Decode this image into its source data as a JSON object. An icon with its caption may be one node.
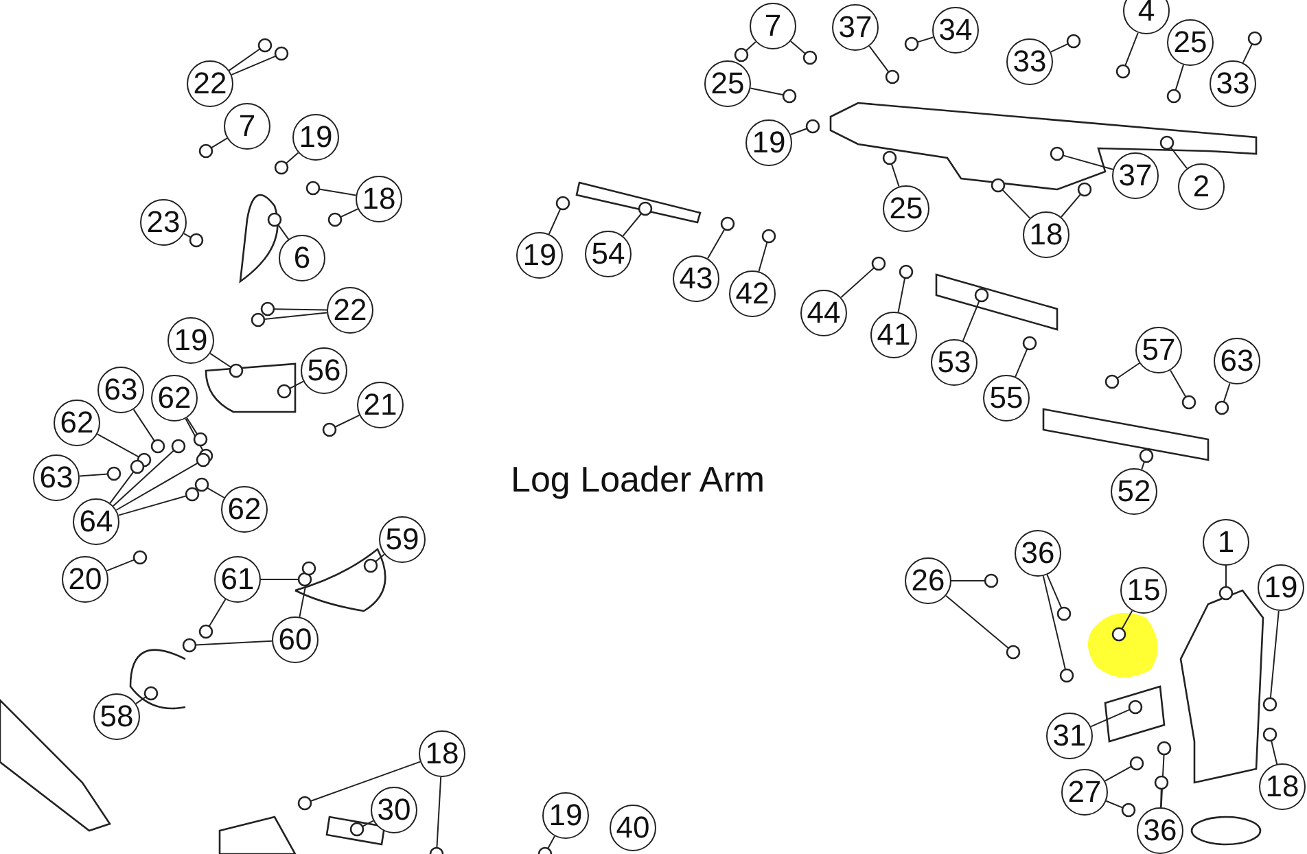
{
  "diagram": {
    "title": "Log Loader Arm",
    "nodes": [
      {
        "text": [
          "22"
        ]
      },
      {
        "text": [
          "7"
        ]
      },
      {
        "text": [
          "19"
        ]
      },
      {
        "text": [
          "18"
        ]
      },
      {
        "text": [
          "23"
        ]
      },
      {
        "text": [
          "6"
        ]
      },
      {
        "text": [
          "22"
        ]
      },
      {
        "text": [
          "19"
        ]
      },
      {
        "text": [
          "56"
        ]
      },
      {
        "text": [
          "21"
        ]
      },
      {
        "text": [
          "63"
        ]
      },
      {
        "text": [
          "62"
        ]
      },
      {
        "text": [
          "62"
        ]
      },
      {
        "text": [
          "63"
        ]
      },
      {
        "text": [
          "64"
        ]
      },
      {
        "text": [
          "62"
        ]
      },
      {
        "text": [
          "20"
        ]
      },
      {
        "text": [
          "59"
        ]
      },
      {
        "text": [
          "61"
        ]
      },
      {
        "text": [
          "60"
        ]
      },
      {
        "text": [
          "58"
        ]
      },
      {
        "text": [
          "18"
        ]
      },
      {
        "text": [
          "30"
        ]
      },
      {
        "text": [
          "19"
        ]
      },
      {
        "text": [
          "40"
        ]
      },
      {
        "text": [
          "7"
        ]
      },
      {
        "text": [
          "37"
        ]
      },
      {
        "text": [
          "34"
        ]
      },
      {
        "text": [
          "25"
        ]
      },
      {
        "text": [
          "19"
        ]
      },
      {
        "text": [
          "54"
        ]
      },
      {
        "text": [
          "19"
        ]
      },
      {
        "text": [
          "43"
        ]
      },
      {
        "text": [
          "42"
        ]
      },
      {
        "text": [
          "25"
        ]
      },
      {
        "text": [
          "37"
        ]
      },
      {
        "text": [
          "18"
        ]
      },
      {
        "text": [
          "33"
        ]
      },
      {
        "text": [
          "4"
        ]
      },
      {
        "text": [
          "25"
        ]
      },
      {
        "text": [
          "33"
        ]
      },
      {
        "text": [
          "2"
        ]
      },
      {
        "text": [
          "44"
        ]
      },
      {
        "text": [
          "41"
        ]
      },
      {
        "text": [
          "53"
        ]
      },
      {
        "text": [
          "55"
        ]
      },
      {
        "text": [
          "57"
        ]
      },
      {
        "text": [
          "63"
        ]
      },
      {
        "text": [
          "52"
        ]
      },
      {
        "text": [
          "26"
        ]
      },
      {
        "text": [
          "36"
        ]
      },
      {
        "text": [
          "15"
        ]
      },
      {
        "text": [
          "1"
        ]
      },
      {
        "text": [
          "19"
        ]
      },
      {
        "text": [
          "31"
        ]
      },
      {
        "text": [
          "27"
        ]
      },
      {
        "text": [
          "18"
        ]
      },
      {
        "text": [
          "36"
        ]
      },
      {
        "text": [],
        "shape": "circle"
      },
      {
        "text": [],
        "shape": "circle"
      },
      {
        "text": [],
        "shape": "circle"
      },
      {
        "text": [],
        "shape": "circle"
      },
      {
        "text": [],
        "shape": "circle"
      },
      {
        "text": [],
        "shape": "circle"
      },
      {
        "text": [],
        "shape": "circle"
      },
      {
        "text": [],
        "shape": "circle"
      },
      {
        "text": [],
        "shape": "circle"
      },
      {
        "text": [],
        "shape": "circle"
      },
      {
        "text": [],
        "shape": "circle"
      },
      {
        "text": [],
        "shape": "circle"
      },
      {
        "text": [],
        "shape": "circle"
      },
      {
        "text": [],
        "shape": "circle"
      },
      {
        "text": [],
        "shape": "circle"
      },
      {
        "text": [],
        "shape": "circle"
      },
      {
        "text": [],
        "shape": "circle"
      },
      {
        "text": [],
        "shape": "circle"
      },
      {
        "text": [],
        "shape": "circle"
      },
      {
        "text": [],
        "shape": "circle"
      },
      {
        "text": [],
        "shape": "circle"
      },
      {
        "text": [],
        "shape": "circle"
      },
      {
        "text": [],
        "shape": "circle"
      },
      {
        "text": [],
        "shape": "circle"
      },
      {
        "text": [],
        "shape": "circle"
      },
      {
        "text": [],
        "shape": "circle"
      },
      {
        "text": [],
        "shape": "circle"
      },
      {
        "text": [],
        "shape": "circle"
      },
      {
        "text": [],
        "shape": "circle"
      },
      {
        "text": [],
        "shape": "circle"
      },
      {
        "text": [],
        "shape": "circle"
      },
      {
        "text": [],
        "shape": "circle"
      },
      {
        "text": [],
        "shape": "circle"
      },
      {
        "text": [],
        "shape": "circle"
      },
      {
        "text": [],
        "shape": "circle"
      },
      {
        "text": [],
        "shape": "circle"
      },
      {
        "text": [],
        "shape": "circle"
      },
      {
        "text": [],
        "shape": "circle"
      },
      {
        "text": [],
        "shape": "circle"
      },
      {
        "text": [],
        "shape": "circle"
      },
      {
        "text": [],
        "shape": "circle"
      },
      {
        "text": [],
        "shape": "circle"
      },
      {
        "text": [],
        "shape": "circle"
      },
      {
        "text": [],
        "shape": "circle"
      },
      {
        "text": [],
        "shape": "circle"
      },
      {
        "text": [],
        "shape": "circle"
      },
      {
        "text": [],
        "shape": "circle"
      },
      {
        "text": [],
        "shape": "circle"
      },
      {
        "text": [],
        "shape": "circle"
      },
      {
        "text": [],
        "shape": "circle"
      },
      {
        "text": [],
        "shape": "circle"
      },
      {
        "text": [],
        "shape": "circle"
      },
      {
        "text": [],
        "shape": "circle"
      },
      {
        "text": [],
        "shape": "circle"
      },
      {
        "text": [],
        "shape": "circle"
      },
      {
        "text": [],
        "shape": "circle"
      },
      {
        "text": [],
        "shape": "circle"
      },
      {
        "text": [],
        "shape": "circle"
      },
      {
        "text": [],
        "shape": "circle"
      },
      {
        "text": [],
        "shape": "circle"
      },
      {
        "text": [],
        "shape": "circle"
      },
      {
        "text": [],
        "shape": "circle"
      },
      {
        "text": [],
        "shape": "circle"
      },
      {
        "text": [],
        "shape": "circle"
      },
      {
        "text": [],
        "shape": "circle"
      },
      {
        "text": [],
        "shape": "circle"
      },
      {
        "text": [],
        "shape": "circle"
      },
      {
        "text": [],
        "shape": "circle"
      },
      {
        "text": [],
        "shape": "circle"
      },
      {
        "text": [],
        "shape": "circle"
      },
      {
        "text": [],
        "shape": "circle"
      },
      {
        "text": [],
        "shape": "circle"
      },
      {
        "text": [],
        "shape": "circle"
      },
      {
        "text": [],
        "shape": "circle"
      }
    ],
    "edges": [
      {
        "from": 0,
        "to": 58,
        "arrow": "none"
      },
      {
        "from": 0,
        "to": 59,
        "arrow": "none"
      },
      {
        "from": 1,
        "to": 60,
        "arrow": "none"
      },
      {
        "from": 2,
        "to": 61,
        "arrow": "none"
      },
      {
        "from": 3,
        "to": 62,
        "arrow": "none"
      },
      {
        "from": 3,
        "to": 63,
        "arrow": "none"
      },
      {
        "from": 4,
        "to": 64,
        "arrow": "none"
      },
      {
        "from": 5,
        "to": 65,
        "arrow": "none"
      },
      {
        "from": 6,
        "to": 66,
        "arrow": "none"
      },
      {
        "from": 6,
        "to": 67,
        "arrow": "none"
      },
      {
        "from": 7,
        "to": 68,
        "arrow": "none"
      },
      {
        "from": 8,
        "to": 69,
        "arrow": "none"
      },
      {
        "from": 9,
        "to": 70,
        "arrow": "none"
      },
      {
        "from": 10,
        "to": 71,
        "arrow": "none"
      },
      {
        "from": 11,
        "to": 72,
        "arrow": "none"
      },
      {
        "from": 11,
        "to": 73,
        "arrow": "none"
      },
      {
        "from": 12,
        "to": 74,
        "arrow": "none"
      },
      {
        "from": 13,
        "to": 75,
        "arrow": "none"
      },
      {
        "from": 14,
        "to": 76,
        "arrow": "none"
      },
      {
        "from": 14,
        "to": 77,
        "arrow": "none"
      },
      {
        "from": 14,
        "to": 78,
        "arrow": "none"
      },
      {
        "from": 14,
        "to": 79,
        "arrow": "none"
      },
      {
        "from": 15,
        "to": 80,
        "arrow": "none"
      },
      {
        "from": 16,
        "to": 81,
        "arrow": "none"
      },
      {
        "from": 17,
        "to": 82,
        "arrow": "none"
      },
      {
        "from": 18,
        "to": 83,
        "arrow": "none"
      },
      {
        "from": 18,
        "to": 84,
        "arrow": "none"
      },
      {
        "from": 19,
        "to": 85,
        "arrow": "none"
      },
      {
        "from": 19,
        "to": 86,
        "arrow": "none"
      },
      {
        "from": 20,
        "to": 87,
        "arrow": "none"
      },
      {
        "from": 21,
        "to": 88,
        "arrow": "none"
      },
      {
        "from": 21,
        "to": 89,
        "arrow": "none"
      },
      {
        "from": 22,
        "to": 90,
        "arrow": "none"
      },
      {
        "from": 23,
        "to": 91,
        "arrow": "none"
      },
      {
        "from": 25,
        "to": 92,
        "arrow": "none"
      },
      {
        "from": 25,
        "to": 93,
        "arrow": "none"
      },
      {
        "from": 26,
        "to": 94,
        "arrow": "none"
      },
      {
        "from": 27,
        "to": 95,
        "arrow": "none"
      },
      {
        "from": 28,
        "to": 96,
        "arrow": "none"
      },
      {
        "from": 29,
        "to": 97,
        "arrow": "none"
      },
      {
        "from": 30,
        "to": 98,
        "arrow": "none"
      },
      {
        "from": 31,
        "to": 99,
        "arrow": "none"
      },
      {
        "from": 32,
        "to": 100,
        "arrow": "none"
      },
      {
        "from": 33,
        "to": 101,
        "arrow": "none"
      },
      {
        "from": 34,
        "to": 102,
        "arrow": "none"
      },
      {
        "from": 35,
        "to": 103,
        "arrow": "none"
      },
      {
        "from": 36,
        "to": 104,
        "arrow": "none"
      },
      {
        "from": 36,
        "to": 105,
        "arrow": "none"
      },
      {
        "from": 37,
        "to": 106,
        "arrow": "none"
      },
      {
        "from": 38,
        "to": 107,
        "arrow": "none"
      },
      {
        "from": 39,
        "to": 108,
        "arrow": "none"
      },
      {
        "from": 40,
        "to": 109,
        "arrow": "none"
      },
      {
        "from": 41,
        "to": 110,
        "arrow": "none"
      },
      {
        "from": 42,
        "to": 111,
        "arrow": "none"
      },
      {
        "from": 43,
        "to": 112,
        "arrow": "none"
      },
      {
        "from": 44,
        "to": 113,
        "arrow": "none"
      },
      {
        "from": 45,
        "to": 114,
        "arrow": "none"
      },
      {
        "from": 46,
        "to": 115,
        "arrow": "none"
      },
      {
        "from": 46,
        "to": 116,
        "arrow": "none"
      },
      {
        "from": 47,
        "to": 117,
        "arrow": "none"
      },
      {
        "from": 48,
        "to": 118,
        "arrow": "none"
      },
      {
        "from": 49,
        "to": 119,
        "arrow": "none"
      },
      {
        "from": 49,
        "to": 120,
        "arrow": "none"
      },
      {
        "from": 50,
        "to": 121,
        "arrow": "none"
      },
      {
        "from": 50,
        "to": 122,
        "arrow": "none"
      },
      {
        "from": 51,
        "to": 123,
        "arrow": "none"
      },
      {
        "from": 52,
        "to": 124,
        "arrow": "none"
      },
      {
        "from": 53,
        "to": 125,
        "arrow": "none"
      },
      {
        "from": 54,
        "to": 126,
        "arrow": "none"
      },
      {
        "from": 55,
        "to": 127,
        "arrow": "none"
      },
      {
        "from": 55,
        "to": 128,
        "arrow": "none"
      },
      {
        "from": 56,
        "to": 129,
        "arrow": "none"
      },
      {
        "from": 57,
        "to": 130,
        "arrow": "none"
      },
      {
        "from": 57,
        "to": 131,
        "arrow": "none"
      }
    ]
  }
}
